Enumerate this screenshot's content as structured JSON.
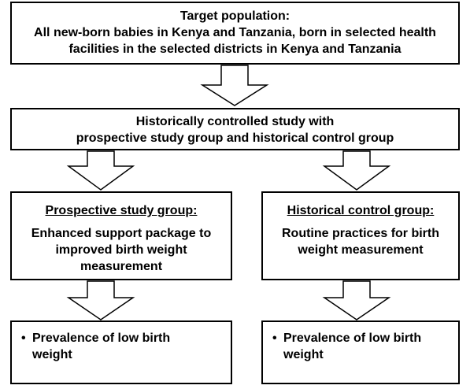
{
  "target": {
    "title": "Target population:",
    "lines": [
      "All new-born babies in Kenya and Tanzania, born in selected health",
      "facilities in the selected districts in Kenya and Tanzania"
    ]
  },
  "design": {
    "lines": [
      "Historically controlled study with",
      "prospective study group and historical control group"
    ]
  },
  "study_group": {
    "title": "Prospective study group:",
    "lines": [
      "Enhanced support package to",
      "improved birth weight",
      "measurement"
    ]
  },
  "control_group": {
    "title": "Historical control group:",
    "lines": [
      "Routine practices for birth",
      "weight measurement"
    ]
  },
  "outcome_study": {
    "bullet": "•",
    "lines": [
      "Prevalence of low birth",
      "weight"
    ]
  },
  "outcome_control": {
    "bullet": "•",
    "lines": [
      "Prevalence of low birth",
      "weight"
    ]
  }
}
